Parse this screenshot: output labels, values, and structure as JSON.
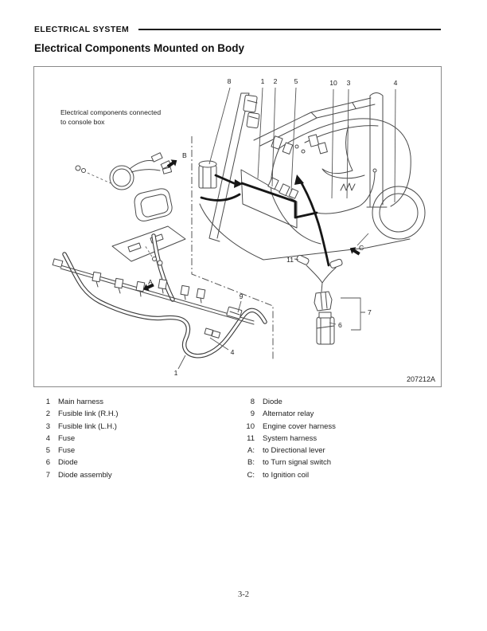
{
  "header": {
    "section": "ELECTRICAL  SYSTEM"
  },
  "title": "Electrical Components Mounted on Body",
  "figure": {
    "caption_line1": "Electrical components connected",
    "caption_line2": "to console box",
    "code": "207212A",
    "callouts": {
      "top": [
        "8",
        "1",
        "2",
        "5",
        "10",
        "3",
        "4"
      ],
      "inner": {
        "a": "A",
        "b": "B",
        "c": "C",
        "n9": "9",
        "n11": "11",
        "n4": "4",
        "n1": "1",
        "n6": "6",
        "n7": "7"
      }
    }
  },
  "legend": {
    "left": [
      {
        "num": "1",
        "label": "Main harness"
      },
      {
        "num": "2",
        "label": "Fusible link (R.H.)"
      },
      {
        "num": "3",
        "label": "Fusible link (L.H.)"
      },
      {
        "num": "4",
        "label": "Fuse"
      },
      {
        "num": "5",
        "label": "Fuse"
      },
      {
        "num": "6",
        "label": "Diode"
      },
      {
        "num": "7",
        "label": "Diode assembly"
      }
    ],
    "right": [
      {
        "num": "8",
        "label": "Diode"
      },
      {
        "num": "9",
        "label": "Alternator relay"
      },
      {
        "num": "10",
        "label": "Engine cover harness"
      },
      {
        "num": "11",
        "label": "System harness"
      },
      {
        "num": "A:",
        "label": "to Directional lever"
      },
      {
        "num": "B:",
        "label": "to Turn signal switch"
      },
      {
        "num": "C:",
        "label": "to Ignition coil"
      }
    ]
  },
  "page_number": "3-2",
  "colors": {
    "ink": "#1a1a1a",
    "line": "#4a4a4a",
    "bold_line": "#161616"
  }
}
